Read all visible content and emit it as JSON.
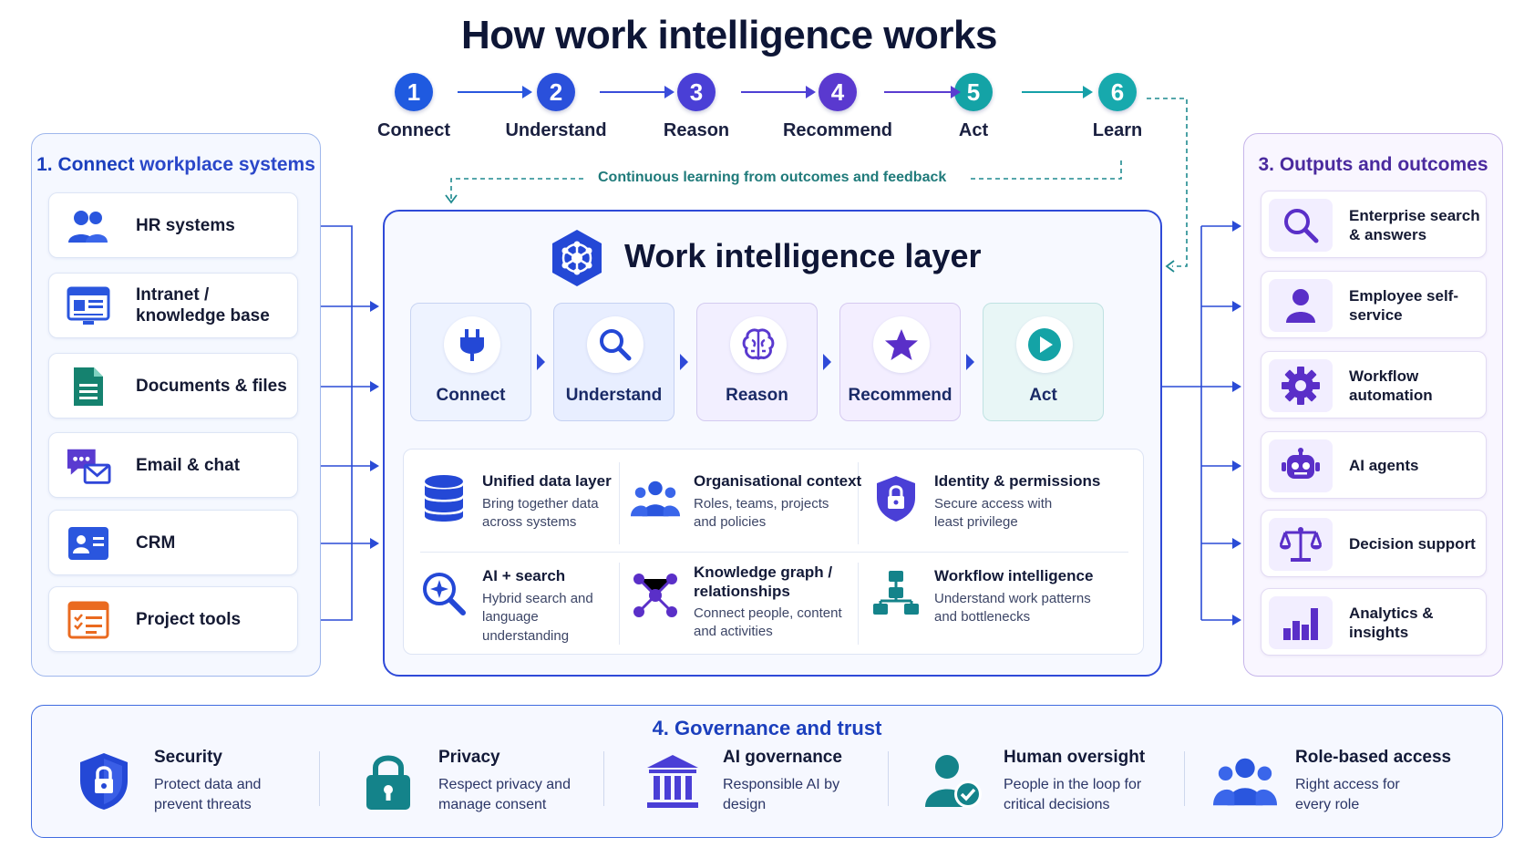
{
  "title": "How work intelligence works",
  "steps": [
    {
      "num": "1",
      "label": "Connect",
      "color": "#1f5ae0"
    },
    {
      "num": "2",
      "label": "Understand",
      "color": "#2a50db"
    },
    {
      "num": "3",
      "label": "Reason",
      "color": "#4a3fd6"
    },
    {
      "num": "4",
      "label": "Recommend",
      "color": "#5a39cf"
    },
    {
      "num": "5",
      "label": "Act",
      "color": "#14a3a6"
    },
    {
      "num": "6",
      "label": "Learn",
      "color": "#17a9ad"
    }
  ],
  "feedback": "Continuous learning from outcomes and feedback",
  "sources": {
    "title_num": "1. Connect",
    "title_rest": " workplace systems",
    "items": [
      {
        "label": "HR systems",
        "icon": "people-icon"
      },
      {
        "label": "Intranet / knowledge base",
        "icon": "browser-icon"
      },
      {
        "label": "Documents & files",
        "icon": "document-icon"
      },
      {
        "label": "Email & chat",
        "icon": "chat-mail-icon"
      },
      {
        "label": "CRM",
        "icon": "contact-card-icon"
      },
      {
        "label": "Project tools",
        "icon": "checklist-icon"
      }
    ]
  },
  "layer": {
    "title": "Work intelligence layer",
    "flow": [
      {
        "label": "Connect",
        "icon": "plug-icon"
      },
      {
        "label": "Understand",
        "icon": "magnifier-icon"
      },
      {
        "label": "Reason",
        "icon": "brain-icon"
      },
      {
        "label": "Recommend",
        "icon": "star-icon"
      },
      {
        "label": "Act",
        "icon": "play-icon"
      }
    ],
    "capabilities": [
      {
        "title": "Unified data layer",
        "desc": "Bring together data across systems"
      },
      {
        "title": "Organisational context",
        "desc": "Roles, teams, projects and policies"
      },
      {
        "title": "Identity & permissions",
        "desc": "Secure access with least privilege"
      },
      {
        "title": "AI + search",
        "desc": "Hybrid search and language understanding"
      },
      {
        "title": "Knowledge graph / relationships",
        "desc": "Connect people, content and activities"
      },
      {
        "title": "Workflow intelligence",
        "desc": "Understand work patterns and bottlenecks"
      }
    ]
  },
  "outputs": {
    "title": "3. Outputs and outcomes",
    "items": [
      {
        "label": "Enterprise search & answers",
        "icon": "search-icon"
      },
      {
        "label": "Employee self-service",
        "icon": "person-icon"
      },
      {
        "label": "Workflow automation",
        "icon": "gear-icon"
      },
      {
        "label": "AI agents",
        "icon": "robot-icon"
      },
      {
        "label": "Decision support",
        "icon": "scales-icon"
      },
      {
        "label": "Analytics & insights",
        "icon": "bar-chart-icon"
      }
    ]
  },
  "governance": {
    "title": "4. Governance and trust",
    "items": [
      {
        "title": "Security",
        "desc": "Protect data and prevent threats"
      },
      {
        "title": "Privacy",
        "desc": "Respect privacy and manage consent"
      },
      {
        "title": "AI governance",
        "desc": "Responsible AI by design"
      },
      {
        "title": "Human oversight",
        "desc": "People in the loop for critical decisions"
      },
      {
        "title": "Role-based access",
        "desc": "Right access for every role"
      }
    ]
  }
}
